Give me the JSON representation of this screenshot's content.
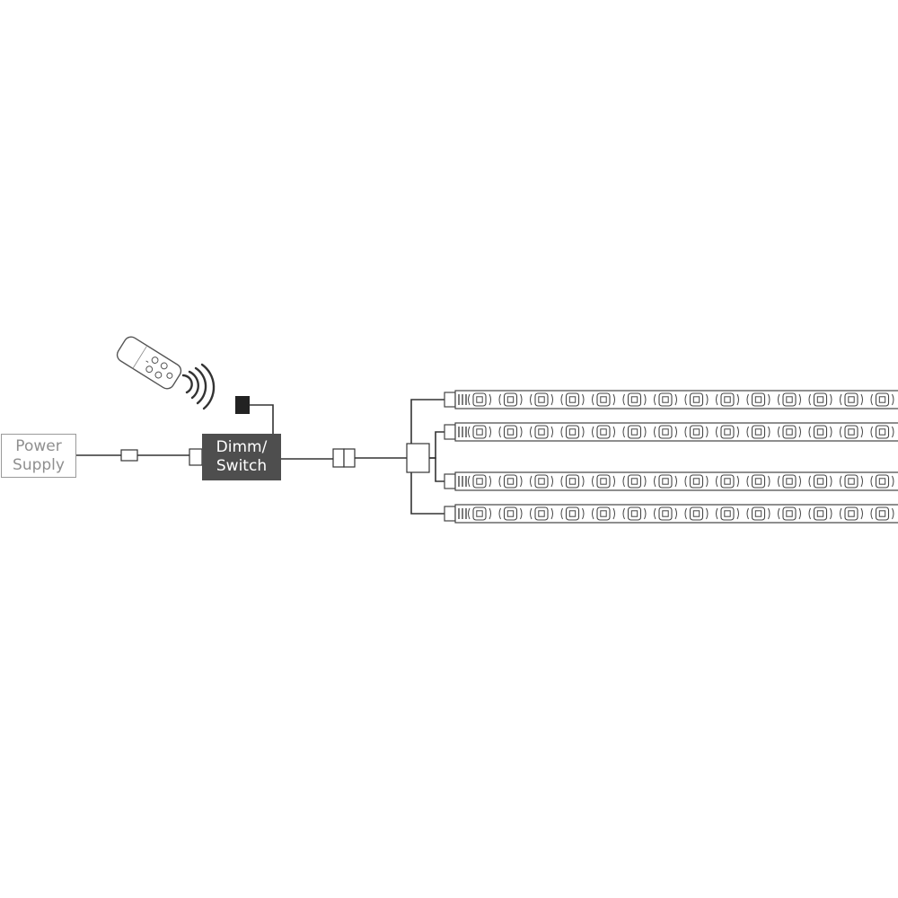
{
  "diagram": {
    "power_supply": {
      "line1": "Power",
      "line2": "Supply"
    },
    "dimmer": {
      "line1": "Dimm/",
      "line2": "Switch"
    },
    "colors": {
      "line": "#333333",
      "psu_border": "#9a9a9a",
      "psu_text": "#8f8f8f",
      "dimmer_fill": "#4e4e4e",
      "dimmer_text": "#ffffff",
      "strip_outline": "#444444"
    },
    "led_strip": {
      "count": 4,
      "leds_per_strip": 15
    },
    "icons": [
      "remote-control-icon",
      "wireless-signal-icon",
      "ir-receiver-icon",
      "inline-connector-icon",
      "splitter-icon",
      "led-strip-icon"
    ]
  }
}
